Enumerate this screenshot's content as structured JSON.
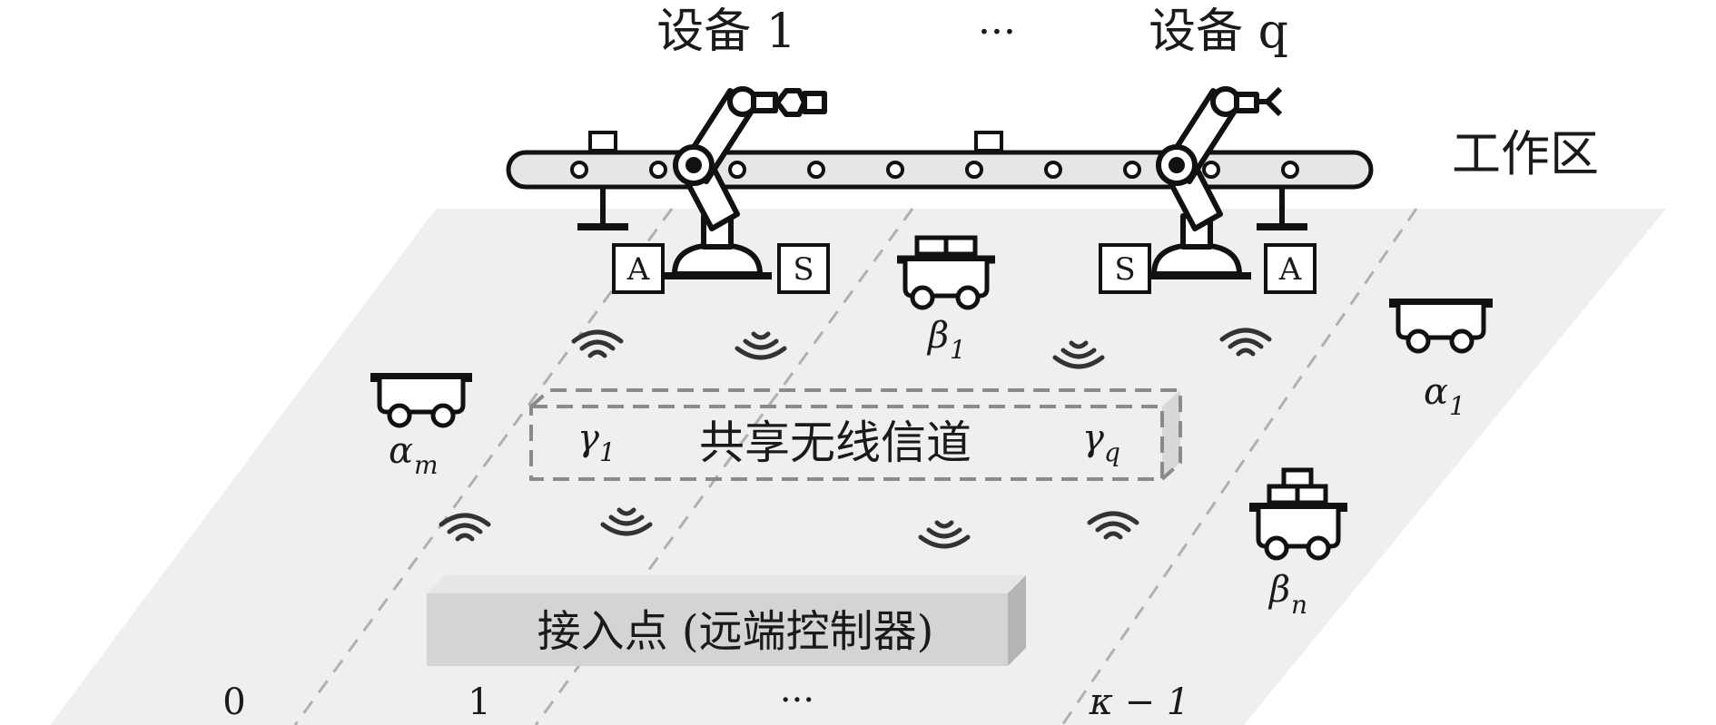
{
  "labels": {
    "device_1": "设备 1",
    "device_ellipsis": "···",
    "device_q": "设备 q",
    "work_area": "工作区",
    "channel": "共享无线信道",
    "access_point": "接入点 (远端控制器)",
    "gamma_1": "γ",
    "gamma_1_sub": "1",
    "gamma_q": "γ",
    "gamma_q_sub": "q",
    "alpha_m": "α",
    "alpha_m_sub": "m",
    "alpha_1": "α",
    "alpha_1_sub": "1",
    "beta_1": "β",
    "beta_1_sub": "1",
    "beta_n": "β",
    "beta_n_sub": "n",
    "sensor_left": "A",
    "actuator_left": "S",
    "sensor_right": "S",
    "actuator_right": "A",
    "zone_0": "0",
    "zone_1": "1",
    "zone_ellipsis": "···",
    "zone_last": "κ − 1"
  },
  "colors": {
    "floor": "#efefef",
    "robot_black": "#111111",
    "conveyor_fill": "#e6e6e6",
    "dashed_lines": "#aaaaaa",
    "ap_face": "#d4d4d4",
    "ap_side": "#b5b5b5",
    "channel_box": "#7a7a7a"
  },
  "icons": [
    "robot-arm-icon",
    "conveyor-icon",
    "agv-cart-icon",
    "wifi-signal-icon"
  ]
}
